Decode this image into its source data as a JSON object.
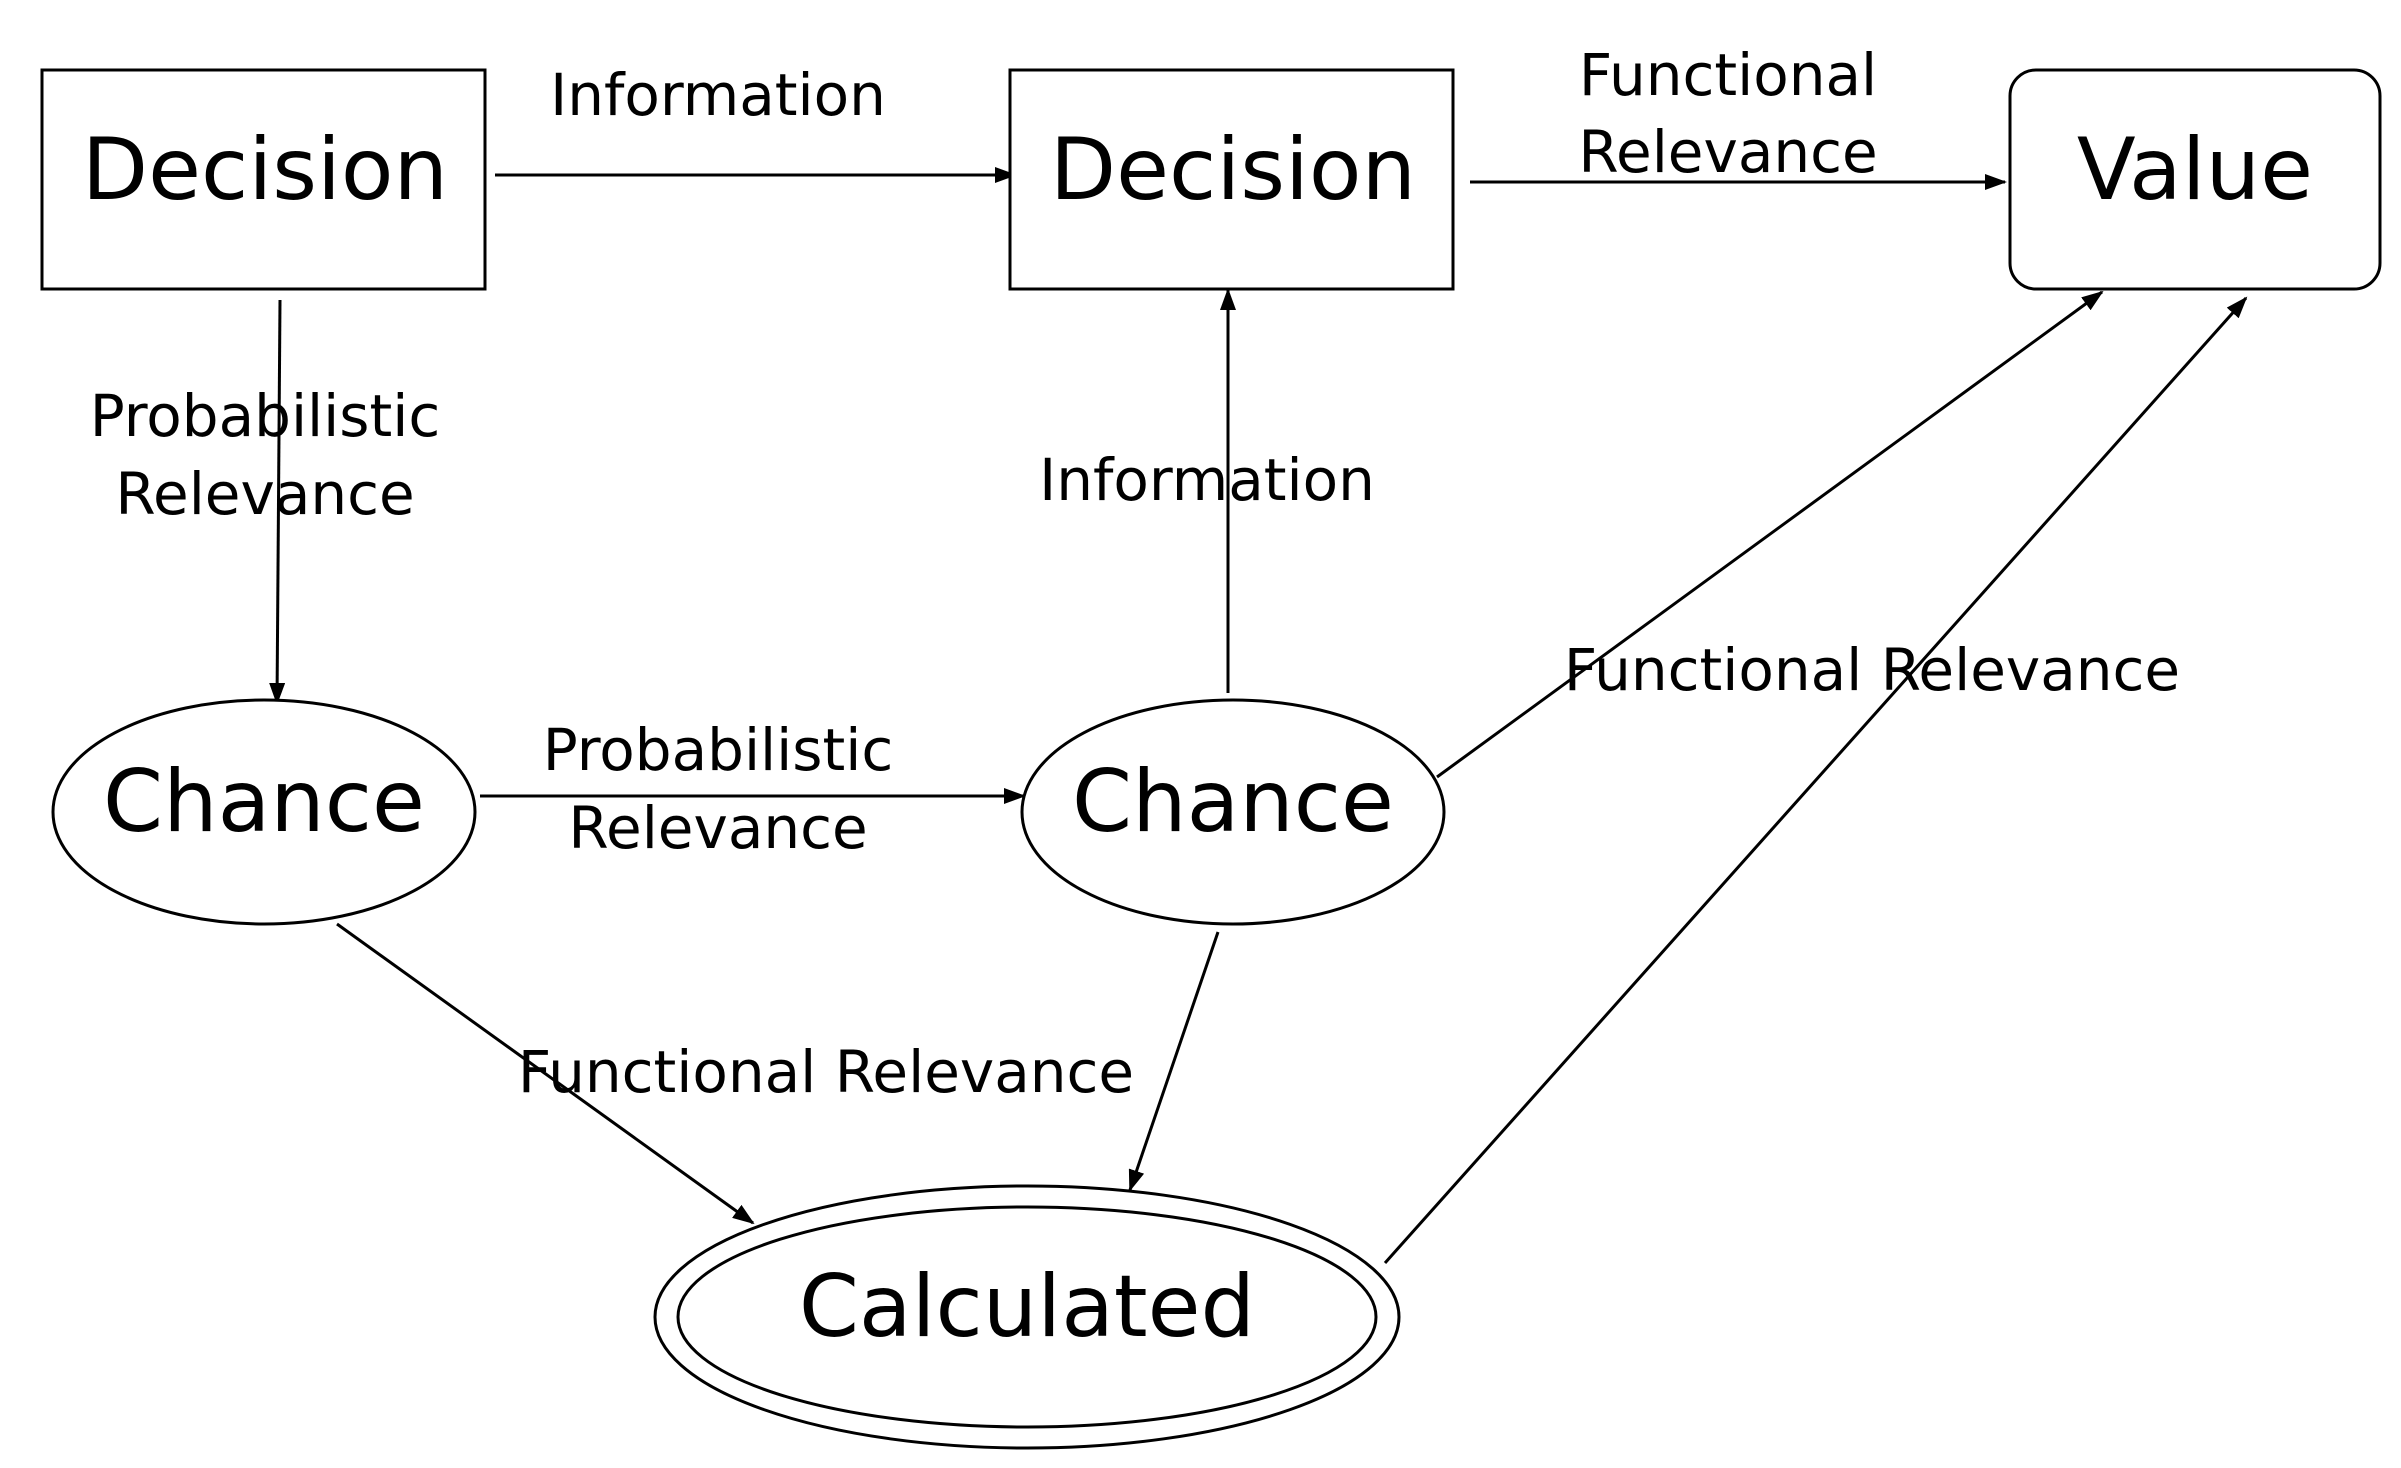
{
  "nodes": {
    "decision_1": {
      "type": "decision",
      "label": "Decision"
    },
    "decision_2": {
      "type": "decision",
      "label": "Decision"
    },
    "value": {
      "type": "value",
      "label": "Value"
    },
    "chance_1": {
      "type": "chance",
      "label": "Chance"
    },
    "chance_2": {
      "type": "chance",
      "label": "Chance"
    },
    "calculated": {
      "type": "calculated",
      "label": "Calculated"
    }
  },
  "edges": [
    {
      "from": "decision_1",
      "to": "decision_2",
      "label": [
        "Information"
      ]
    },
    {
      "from": "decision_2",
      "to": "value",
      "label": [
        "Functional",
        "Relevance"
      ]
    },
    {
      "from": "decision_1",
      "to": "chance_1",
      "label": [
        "Probabilistic",
        "Relevance"
      ]
    },
    {
      "from": "chance_2",
      "to": "decision_2",
      "label": [
        "Information"
      ]
    },
    {
      "from": "chance_1",
      "to": "chance_2",
      "label": [
        "Probabilistic",
        "Relevance"
      ]
    },
    {
      "from": "chance_2",
      "to": "value",
      "label": [
        "Functional Relevance"
      ]
    },
    {
      "from": "calculated",
      "to": "value",
      "label": []
    },
    {
      "from": "chance_1",
      "to": "calculated",
      "label": [
        "Functional Relevance"
      ]
    },
    {
      "from": "chance_2",
      "to": "calculated",
      "label": []
    }
  ],
  "colors": {
    "stroke": "#000000",
    "fill": "#ffffff",
    "text": "#000000"
  }
}
